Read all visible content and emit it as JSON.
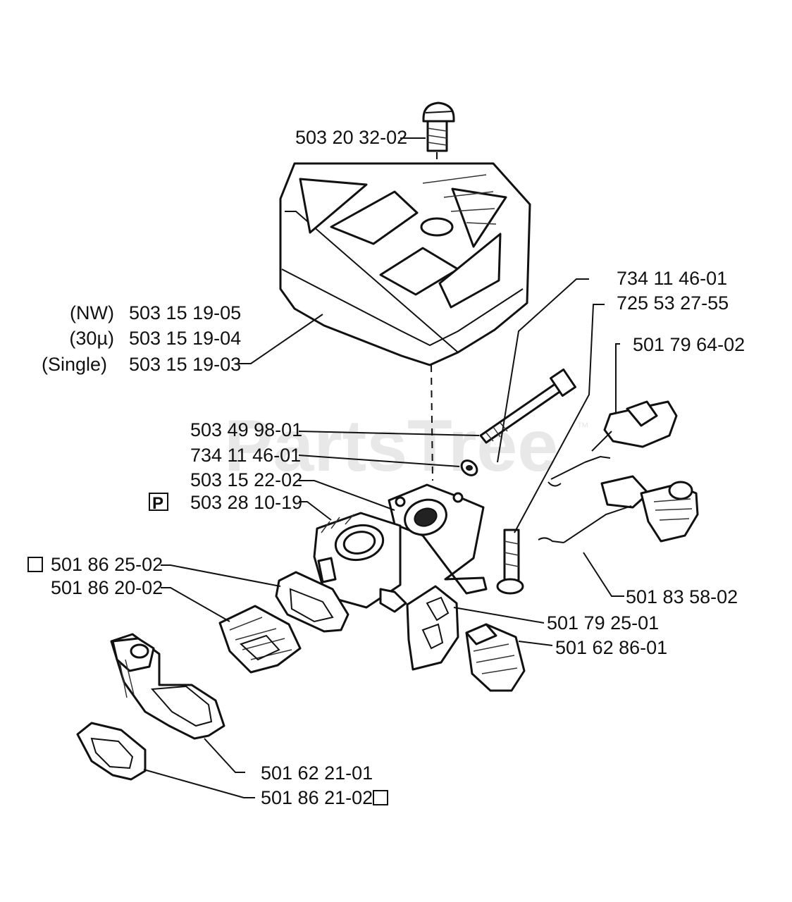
{
  "labels": {
    "screw_top": "503 20 32-02",
    "cover_nw_tag": "(NW)",
    "cover_nw": "503 15 19-05",
    "cover_30_tag": "(30µ)",
    "cover_30": "503 15 19-04",
    "cover_single_tag": "(Single)",
    "cover_single": "503 15 19-03",
    "bolt_a": "734 11 46-01",
    "bolt_b": "725 53 27-55",
    "throttle": "501 79 64-02",
    "washer_a": "503 49 98-01",
    "washer_b": "734 11 46-01",
    "filter_holder": "503 15 22-02",
    "carb_prefix": "P",
    "carb": "503 28 10-19",
    "gasket_kit": "501 86 25-02",
    "insulator": "501 86 20-02",
    "rod": "501 83 58-02",
    "plate": "501 79 25-01",
    "block": "501 62 86-01",
    "intake": "501 62 21-01",
    "gasket_bottom": "501 86 21-02"
  },
  "watermark": {
    "text": "PartsTree",
    "tm": "™"
  }
}
